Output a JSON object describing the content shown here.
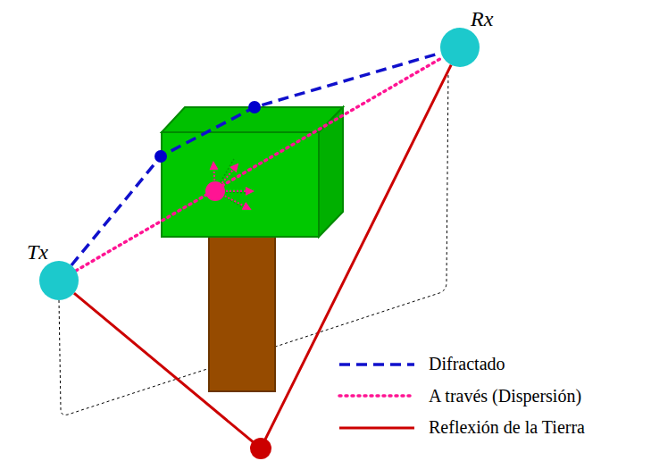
{
  "diagram": {
    "nodes": [
      {
        "text": [
          "Tx"
        ]
      },
      {
        "text": [
          "Rx"
        ]
      }
    ],
    "edges": [
      {
        "from": 0,
        "to": 1,
        "arrow": "none"
      },
      {
        "from": 0,
        "to": 1,
        "arrow": "none"
      },
      {
        "from": 0,
        "to": 1,
        "arrow": "none"
      }
    ],
    "legend": [
      {
        "text": "Difractado"
      },
      {
        "text": "A través (Dispersión)"
      },
      {
        "text": "Reflexión de la Tierra"
      }
    ]
  }
}
